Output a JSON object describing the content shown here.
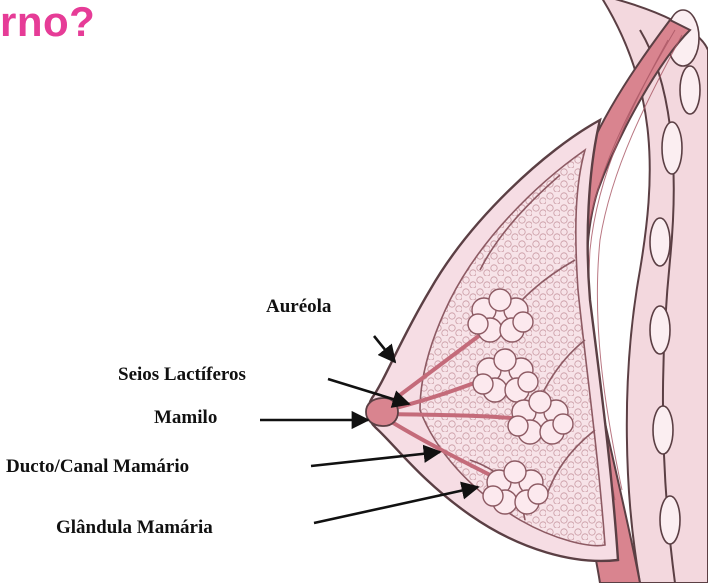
{
  "title": {
    "text": "rno?",
    "color": "#e63c97"
  },
  "labels": {
    "areola": "Auréola",
    "lactiferous_sinuses": "Seios Lactíferos",
    "nipple": "Mamilo",
    "duct": "Ducto/Canal Mamário",
    "gland": "Glândula Mamária"
  },
  "colors": {
    "tissue": "#f6dde4",
    "outline": "#5b3f44",
    "muscle": "#d9848f",
    "lobule": "#fce9ee",
    "lobule_outline": "#8d5a63",
    "arrow": "#111111"
  }
}
